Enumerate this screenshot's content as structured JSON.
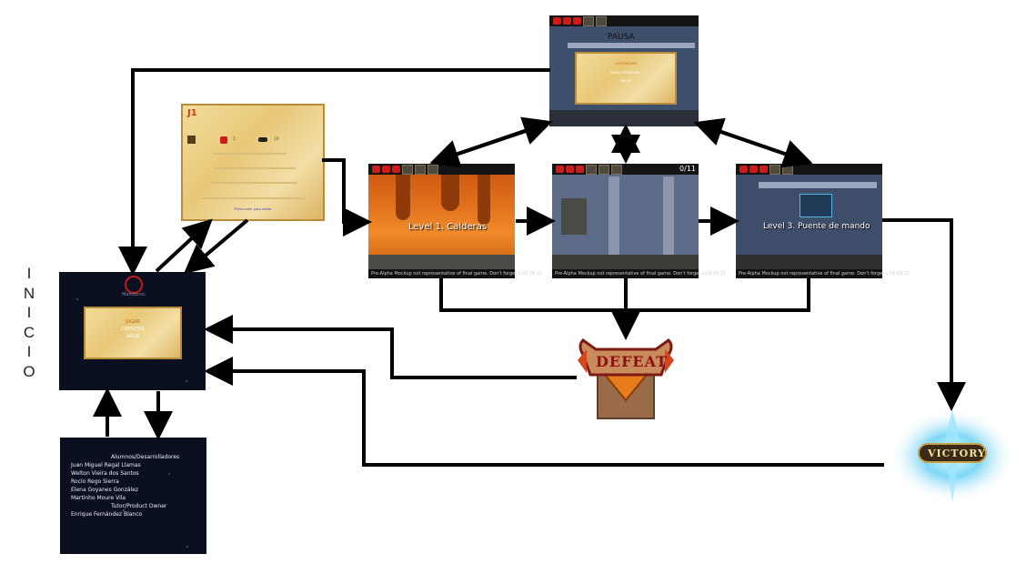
{
  "inicio_letters": [
    "I",
    "N",
    "I",
    "C",
    "I",
    "O"
  ],
  "menu_panel": {
    "logo_label": "Mambonic",
    "options": [
      "JUGAR",
      "CREDITOS",
      "SALIR"
    ]
  },
  "credits_panel": {
    "lines": [
      "Alumnos/Desarrolladores",
      "Juan Miguel Regal Llamas",
      "Welton Vieira dos Santos",
      "Rocío Rego Sierra",
      "Elena Goyanes González",
      "Martinho Moure Vila",
      "Tutor/Product Owner",
      "Enrique Fernández Blanco"
    ]
  },
  "player_panel": {
    "player_label": "J1",
    "lives": "3",
    "ammo": "10",
    "hint": "Pulsa enter para iniciar"
  },
  "pause_panel": {
    "title": "PAUSA",
    "options": [
      "CONTINUAR",
      "MENU PRINCIPAL",
      "SALIR"
    ]
  },
  "level1": {
    "title": "Level 1. Calderas",
    "footer": "Pre-Alpha Mockup not representative of final game. Don't forget v.03.08.21"
  },
  "level2": {
    "counter": "0/11",
    "footer": "Pre-Alpha Mockup not representative of final game. Don't forget v.03.08.21"
  },
  "level3": {
    "title": "Level 3. Puente de mando",
    "footer": "Pre-Alpha Mockup not representative of final game. Don't forget v.03.08.21"
  },
  "defeat": {
    "label": "DEFEAT"
  },
  "victory": {
    "label": "VICTORY"
  },
  "colors": {
    "arrow": "#000000",
    "lava": "#e0701c",
    "metal": "#5c6c88",
    "parchment": "#eed08c"
  }
}
